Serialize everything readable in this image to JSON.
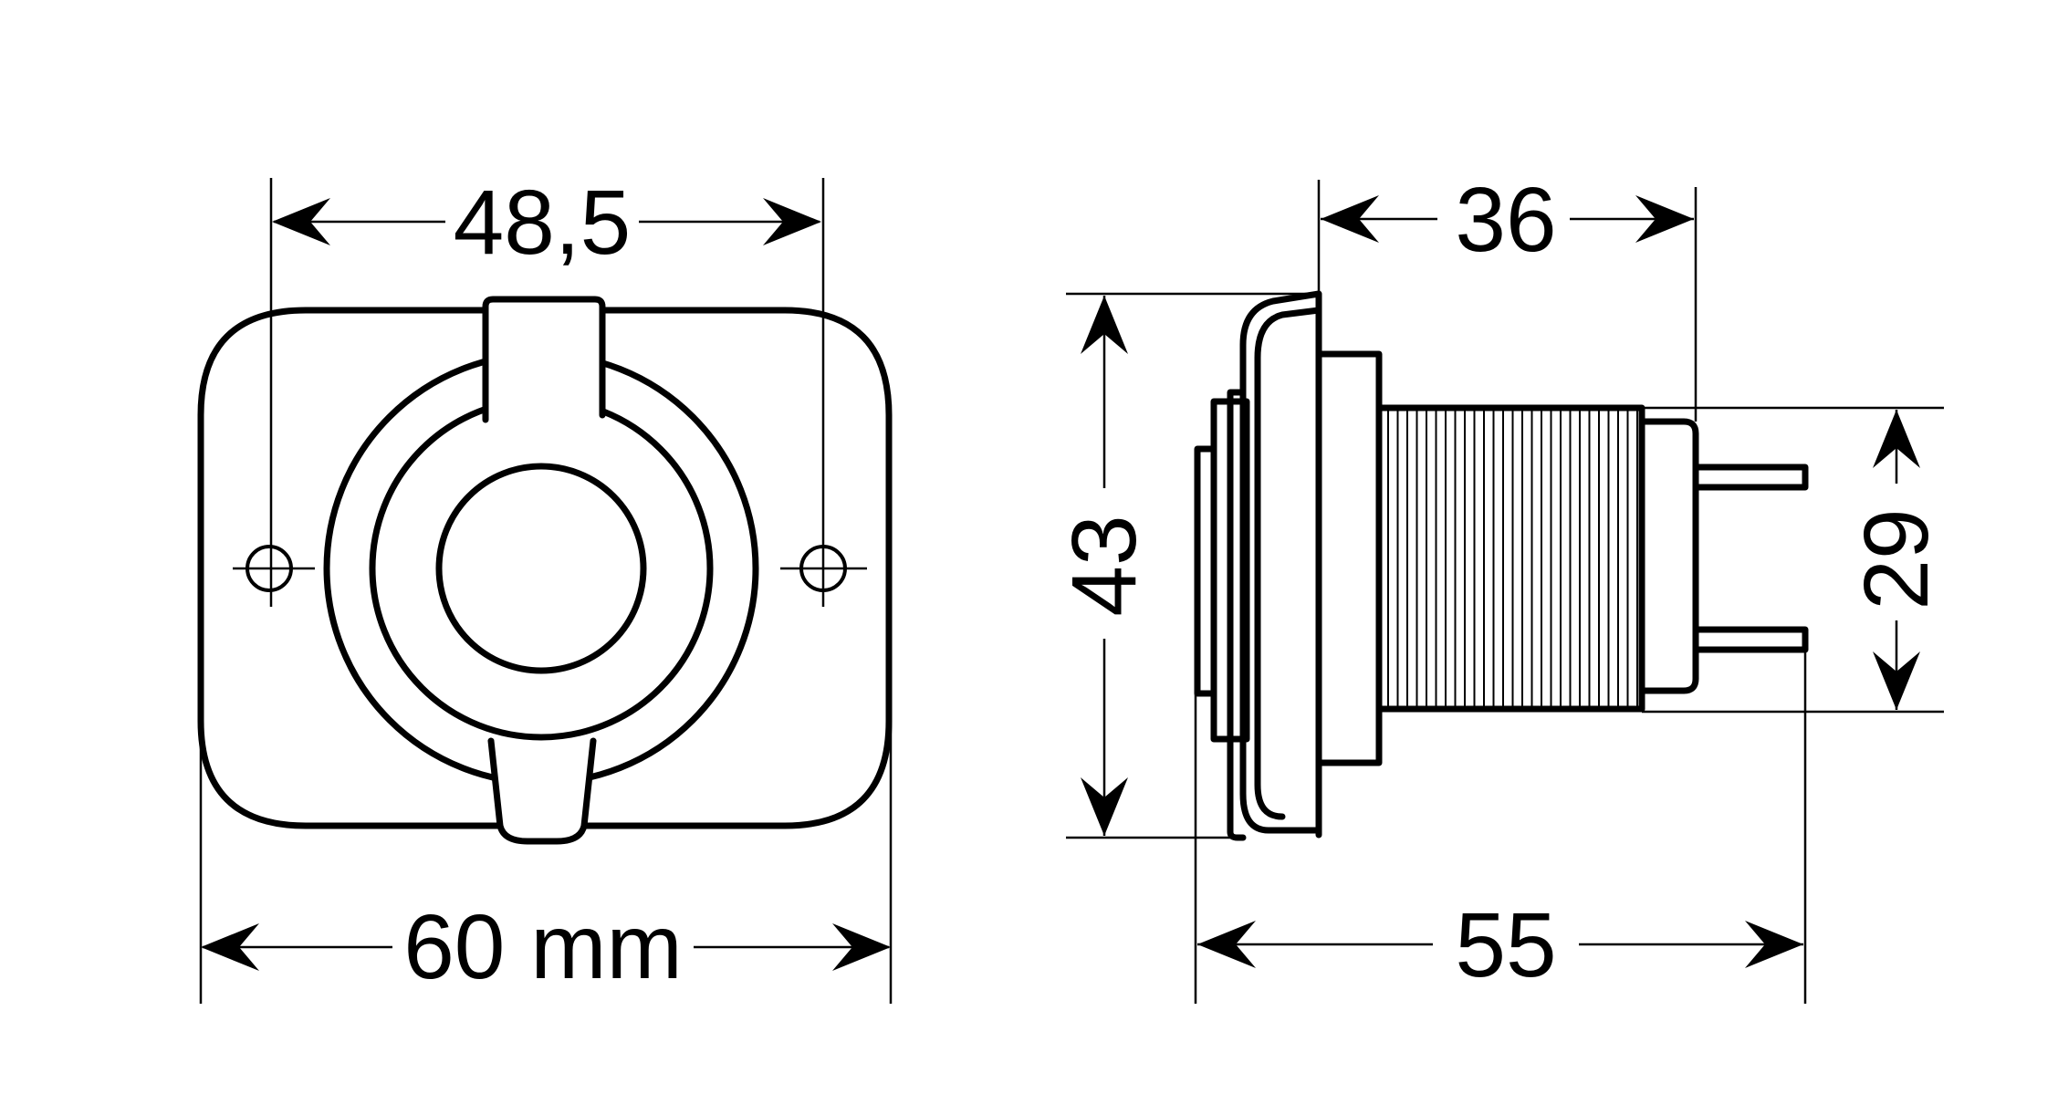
{
  "dimensions": {
    "front_width_holes": "48,5",
    "front_overall_width": "60 mm",
    "side_depth_back": "36",
    "side_overall_depth": "55",
    "side_height": "43",
    "side_thread_height": "29"
  }
}
